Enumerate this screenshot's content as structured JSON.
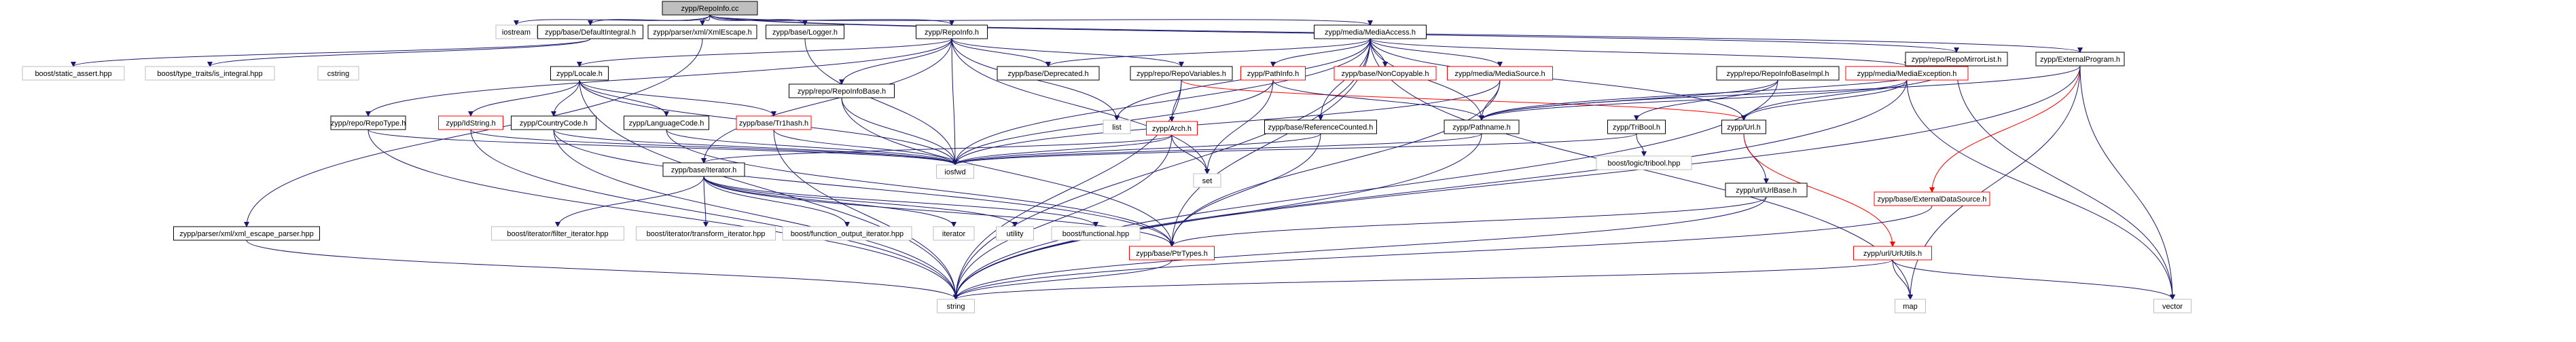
{
  "nodes": [
    {
      "id": "root",
      "label": "zypp/RepoInfo.cc",
      "style": "root"
    },
    {
      "id": "iostream",
      "label": "iostream",
      "style": "gray"
    },
    {
      "id": "definteg",
      "label": "zypp/base/DefaultIntegral.h",
      "style": "black"
    },
    {
      "id": "xmlescape",
      "label": "zypp/parser/xml/XmlEscape.h",
      "style": "black"
    },
    {
      "id": "logger",
      "label": "zypp/base/Logger.h",
      "style": "black"
    },
    {
      "id": "repoinfoh",
      "label": "zypp/RepoInfo.h",
      "style": "black"
    },
    {
      "id": "mediaaccess",
      "label": "zypp/media/MediaAccess.h",
      "style": "black"
    },
    {
      "id": "repomirror",
      "label": "zypp/repo/RepoMirrorList.h",
      "style": "black"
    },
    {
      "id": "extprog",
      "label": "zypp/ExternalProgram.h",
      "style": "black"
    },
    {
      "id": "staticassert",
      "label": "boost/static_assert.hpp",
      "style": "gray"
    },
    {
      "id": "typetraits",
      "label": "boost/type_traits/is_integral.hpp",
      "style": "gray"
    },
    {
      "id": "cstring",
      "label": "cstring",
      "style": "gray"
    },
    {
      "id": "locale",
      "label": "zypp/Locale.h",
      "style": "black"
    },
    {
      "id": "repoinfobase",
      "label": "zypp/repo/RepoInfoBase.h",
      "style": "black"
    },
    {
      "id": "deprecated",
      "label": "zypp/base/Deprecated.h",
      "style": "black"
    },
    {
      "id": "repovars",
      "label": "zypp/repo/RepoVariables.h",
      "style": "black"
    },
    {
      "id": "pathinfo",
      "label": "zypp/PathInfo.h",
      "style": "red"
    },
    {
      "id": "noncopy",
      "label": "zypp/base/NonCopyable.h",
      "style": "red"
    },
    {
      "id": "mediasource",
      "label": "zypp/media/MediaSource.h",
      "style": "red"
    },
    {
      "id": "repoinfobaseimpl",
      "label": "zypp/repo/RepoInfoBaseImpl.h",
      "style": "black"
    },
    {
      "id": "mediaexc",
      "label": "zypp/media/MediaException.h",
      "style": "red"
    },
    {
      "id": "xmlescapeparser",
      "label": "zypp/parser/xml/xml_escape_parser.hpp",
      "style": "black"
    },
    {
      "id": "repotype",
      "label": "zypp/repo/RepoType.h",
      "style": "black"
    },
    {
      "id": "idstring",
      "label": "zypp/IdString.h",
      "style": "red"
    },
    {
      "id": "countrycode",
      "label": "zypp/CountryCode.h",
      "style": "black"
    },
    {
      "id": "langcode",
      "label": "zypp/LanguageCode.h",
      "style": "black"
    },
    {
      "id": "tr1hash",
      "label": "zypp/base/Tr1hash.h",
      "style": "red"
    },
    {
      "id": "arch",
      "label": "zypp/Arch.h",
      "style": "red"
    },
    {
      "id": "list",
      "label": "list",
      "style": "gray"
    },
    {
      "id": "refcounted",
      "label": "zypp/base/ReferenceCounted.h",
      "style": "black"
    },
    {
      "id": "pathname",
      "label": "zypp/Pathname.h",
      "style": "black"
    },
    {
      "id": "tribool",
      "label": "zypp/TriBool.h",
      "style": "black"
    },
    {
      "id": "url",
      "label": "zypp/Url.h",
      "style": "black"
    },
    {
      "id": "iterator_h",
      "label": "zypp/base/Iterator.h",
      "style": "black"
    },
    {
      "id": "iosfwd",
      "label": "iosfwd",
      "style": "gray"
    },
    {
      "id": "set",
      "label": "set",
      "style": "gray"
    },
    {
      "id": "triboolhpp",
      "label": "boost/logic/tribool.hpp",
      "style": "gray"
    },
    {
      "id": "urlbase",
      "label": "zypp/url/UrlBase.h",
      "style": "black"
    },
    {
      "id": "extdata",
      "label": "zypp/base/ExternalDataSource.h",
      "style": "red"
    },
    {
      "id": "filteriter",
      "label": "boost/iterator/filter_iterator.hpp",
      "style": "gray"
    },
    {
      "id": "transformiter",
      "label": "boost/iterator/transform_iterator.hpp",
      "style": "gray"
    },
    {
      "id": "funcoutiter",
      "label": "boost/function_output_iterator.hpp",
      "style": "gray"
    },
    {
      "id": "iterator",
      "label": "iterator",
      "style": "gray"
    },
    {
      "id": "utility",
      "label": "utility",
      "style": "gray"
    },
    {
      "id": "functional",
      "label": "boost/functional.hpp",
      "style": "gray"
    },
    {
      "id": "ptrtypes",
      "label": "zypp/base/PtrTypes.h",
      "style": "red"
    },
    {
      "id": "urlutils",
      "label": "zypp/url/UrlUtils.h",
      "style": "red"
    },
    {
      "id": "string",
      "label": "string",
      "style": "gray"
    },
    {
      "id": "map",
      "label": "map",
      "style": "gray"
    },
    {
      "id": "vector",
      "label": "vector",
      "style": "gray"
    }
  ],
  "edges": [
    {
      "from": "root",
      "to": "iostream"
    },
    {
      "from": "root",
      "to": "definteg"
    },
    {
      "from": "root",
      "to": "xmlescape"
    },
    {
      "from": "root",
      "to": "logger"
    },
    {
      "from": "root",
      "to": "repoinfoh"
    },
    {
      "from": "root",
      "to": "mediaaccess"
    },
    {
      "from": "root",
      "to": "repomirror"
    },
    {
      "from": "root",
      "to": "extprog"
    },
    {
      "from": "definteg",
      "to": "staticassert"
    },
    {
      "from": "definteg",
      "to": "typetraits"
    },
    {
      "from": "xmlescape",
      "to": "xmlescapeparser"
    },
    {
      "from": "logger",
      "to": "iosfwd"
    },
    {
      "from": "repoinfoh",
      "to": "locale"
    },
    {
      "from": "repoinfoh",
      "to": "repoinfobase"
    },
    {
      "from": "repoinfoh",
      "to": "deprecated"
    },
    {
      "from": "repoinfoh",
      "to": "repovars"
    },
    {
      "from": "repoinfoh",
      "to": "repotype"
    },
    {
      "from": "repoinfoh",
      "to": "list"
    },
    {
      "from": "repoinfoh",
      "to": "set"
    },
    {
      "from": "repoinfoh",
      "to": "iterator_h"
    },
    {
      "from": "repoinfoh",
      "to": "iosfwd"
    },
    {
      "from": "locale",
      "to": "idstring"
    },
    {
      "from": "locale",
      "to": "countrycode"
    },
    {
      "from": "locale",
      "to": "langcode"
    },
    {
      "from": "locale",
      "to": "tr1hash"
    },
    {
      "from": "locale",
      "to": "iosfwd"
    },
    {
      "from": "locale",
      "to": "string"
    },
    {
      "from": "repoinfobase",
      "to": "ptrtypes"
    },
    {
      "from": "repoinfobase",
      "to": "iosfwd"
    },
    {
      "from": "repovars",
      "to": "arch"
    },
    {
      "from": "repovars",
      "to": "url",
      "style": "red"
    },
    {
      "from": "repovars",
      "to": "string"
    },
    {
      "from": "mediaaccess",
      "to": "deprecated"
    },
    {
      "from": "mediaaccess",
      "to": "pathinfo"
    },
    {
      "from": "mediaaccess",
      "to": "noncopy"
    },
    {
      "from": "mediaaccess",
      "to": "mediasource"
    },
    {
      "from": "mediaaccess",
      "to": "mediaexc"
    },
    {
      "from": "mediaaccess",
      "to": "refcounted"
    },
    {
      "from": "mediaaccess",
      "to": "pathname"
    },
    {
      "from": "mediaaccess",
      "to": "url"
    },
    {
      "from": "mediaaccess",
      "to": "ptrtypes"
    },
    {
      "from": "mediaaccess",
      "to": "list"
    },
    {
      "from": "mediaaccess",
      "to": "iosfwd"
    },
    {
      "from": "mediaaccess",
      "to": "map"
    },
    {
      "from": "mediaaccess",
      "to": "string"
    },
    {
      "from": "pathinfo",
      "to": "pathname"
    },
    {
      "from": "pathinfo",
      "to": "set"
    },
    {
      "from": "pathinfo",
      "to": "iosfwd"
    },
    {
      "from": "mediasource",
      "to": "pathname"
    },
    {
      "from": "mediasource",
      "to": "ptrtypes"
    },
    {
      "from": "mediasource",
      "to": "iosfwd"
    },
    {
      "from": "repomirror",
      "to": "url"
    },
    {
      "from": "repomirror",
      "to": "pathname"
    },
    {
      "from": "repomirror",
      "to": "vector"
    },
    {
      "from": "repoinfobaseimpl",
      "to": "tribool"
    },
    {
      "from": "repoinfobaseimpl",
      "to": "pathname"
    },
    {
      "from": "repoinfobaseimpl",
      "to": "string"
    },
    {
      "from": "mediaexc",
      "to": "pathname"
    },
    {
      "from": "mediaexc",
      "to": "url"
    },
    {
      "from": "mediaexc",
      "to": "string"
    },
    {
      "from": "mediaexc",
      "to": "vector"
    },
    {
      "from": "extprog",
      "to": "pathname"
    },
    {
      "from": "extprog",
      "to": "extdata",
      "style": "red"
    },
    {
      "from": "extprog",
      "to": "map"
    },
    {
      "from": "extprog",
      "to": "string"
    },
    {
      "from": "extprog",
      "to": "vector"
    },
    {
      "from": "xmlescapeparser",
      "to": "string"
    },
    {
      "from": "repotype",
      "to": "iosfwd"
    },
    {
      "from": "repotype",
      "to": "string"
    },
    {
      "from": "idstring",
      "to": "iosfwd"
    },
    {
      "from": "idstring",
      "to": "string"
    },
    {
      "from": "countrycode",
      "to": "ptrtypes"
    },
    {
      "from": "countrycode",
      "to": "iosfwd"
    },
    {
      "from": "countrycode",
      "to": "string"
    },
    {
      "from": "langcode",
      "to": "ptrtypes"
    },
    {
      "from": "langcode",
      "to": "iosfwd"
    },
    {
      "from": "tr1hash",
      "to": "iosfwd"
    },
    {
      "from": "tr1hash",
      "to": "string"
    },
    {
      "from": "arch",
      "to": "iosfwd"
    },
    {
      "from": "arch",
      "to": "set"
    },
    {
      "from": "arch",
      "to": "string"
    },
    {
      "from": "arch",
      "to": "iterator_h"
    },
    {
      "from": "refcounted",
      "to": "iosfwd"
    },
    {
      "from": "refcounted",
      "to": "ptrtypes"
    },
    {
      "from": "pathname",
      "to": "iosfwd"
    },
    {
      "from": "pathname",
      "to": "string"
    },
    {
      "from": "tribool",
      "to": "triboolhpp"
    },
    {
      "from": "tribool",
      "to": "iosfwd"
    },
    {
      "from": "url",
      "to": "urlbase"
    },
    {
      "from": "url",
      "to": "urlutils",
      "style": "red"
    },
    {
      "from": "urlbase",
      "to": "ptrtypes"
    },
    {
      "from": "urlbase",
      "to": "string"
    },
    {
      "from": "extdata",
      "to": "string"
    },
    {
      "from": "iterator_h",
      "to": "filteriter"
    },
    {
      "from": "iterator_h",
      "to": "transformiter"
    },
    {
      "from": "iterator_h",
      "to": "funcoutiter"
    },
    {
      "from": "iterator_h",
      "to": "iterator"
    },
    {
      "from": "iterator_h",
      "to": "utility"
    },
    {
      "from": "iterator_h",
      "to": "functional"
    },
    {
      "from": "iterator_h",
      "to": "ptrtypes"
    },
    {
      "from": "ptrtypes",
      "to": "string"
    },
    {
      "from": "urlutils",
      "to": "string"
    },
    {
      "from": "urlutils",
      "to": "map"
    },
    {
      "from": "urlutils",
      "to": "vector"
    }
  ]
}
